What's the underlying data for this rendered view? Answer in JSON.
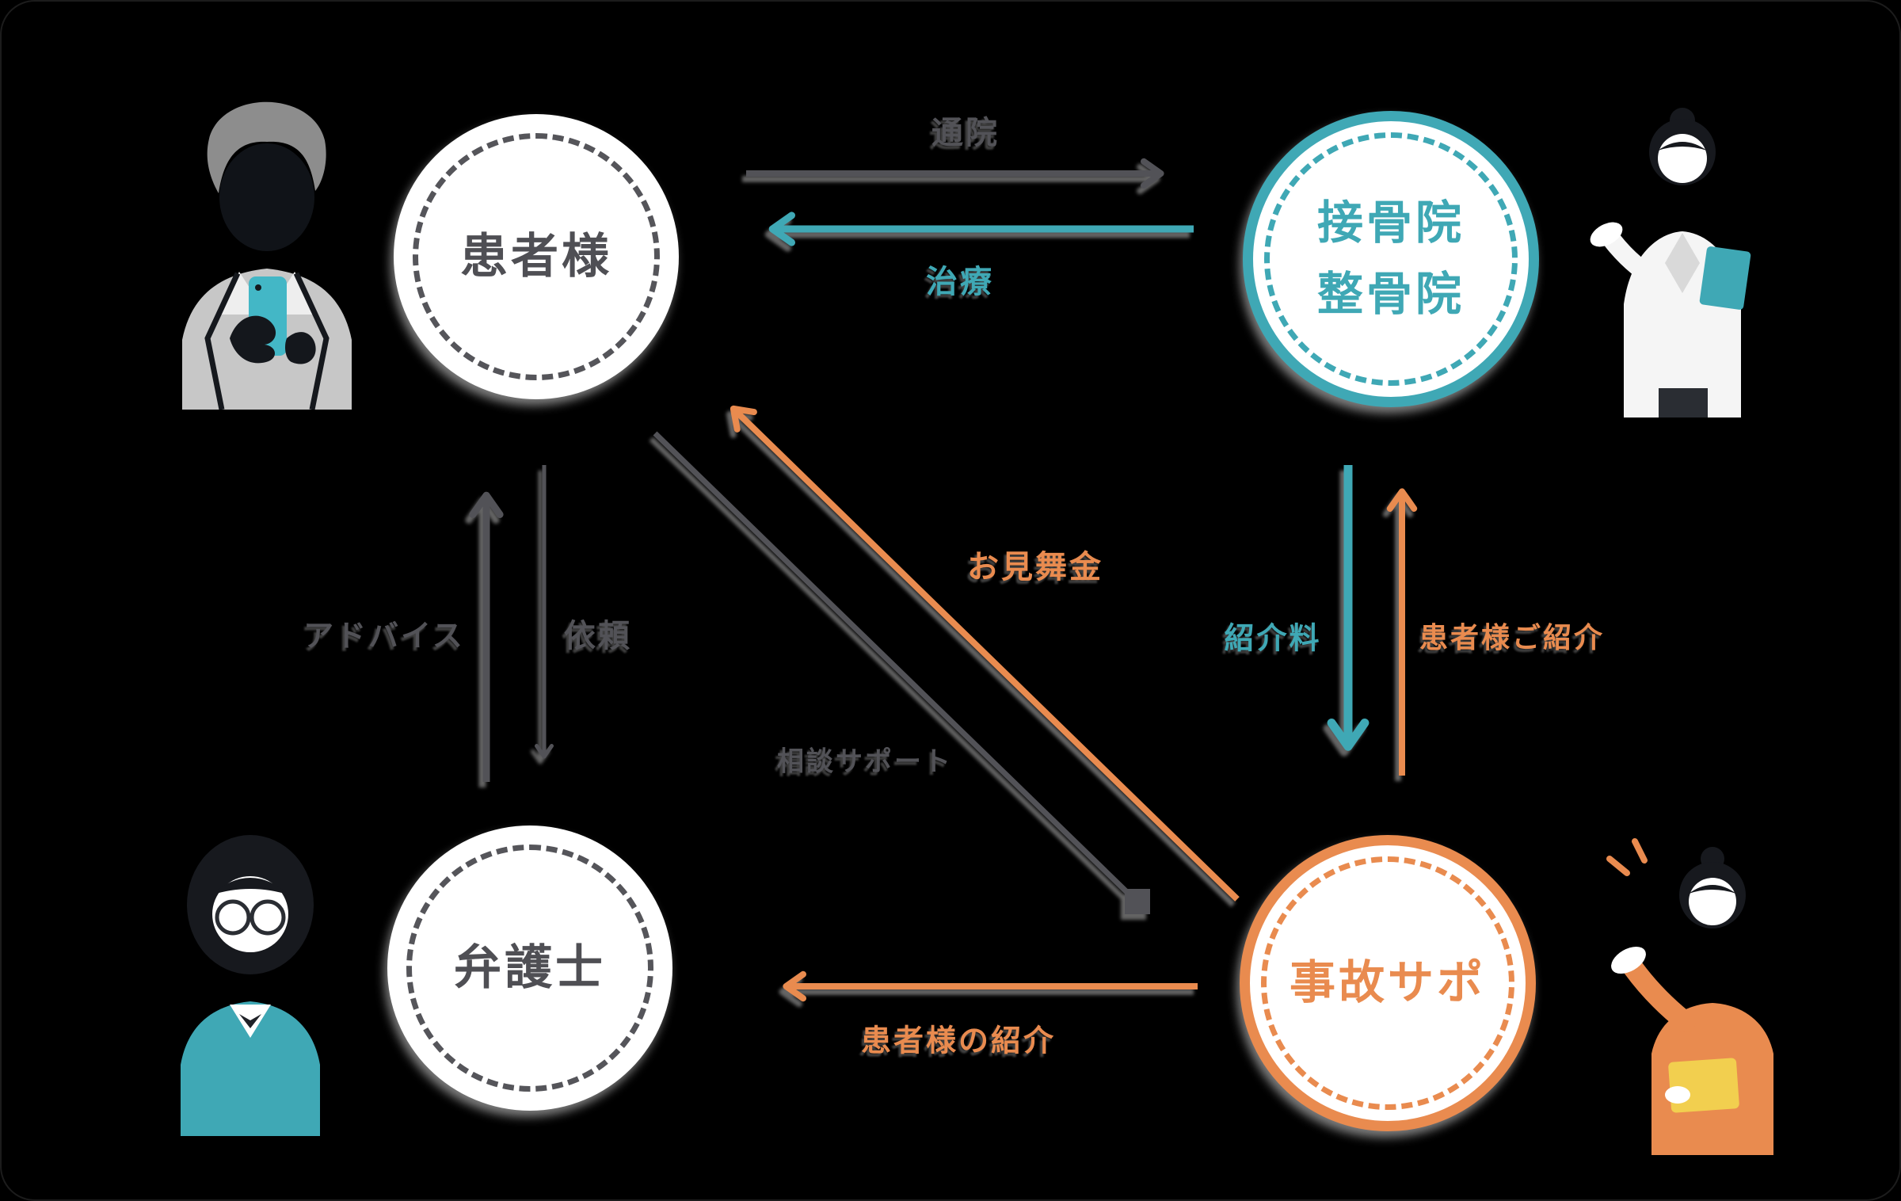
{
  "canvas": {
    "background": "#000000",
    "colors": {
      "dark": "#525257",
      "teal": "#3FA8B5",
      "orange": "#E98B4F",
      "node_fill": "#FFFFFF",
      "shadow": "#8A8A8A"
    }
  },
  "nodes": {
    "patient": {
      "label": "患者様",
      "color": "#525257"
    },
    "clinic": {
      "line1": "接骨院",
      "line2": "整骨院",
      "color": "#3FA8B5"
    },
    "lawyer": {
      "label": "弁護士",
      "color": "#525257"
    },
    "jikosapo": {
      "label": "事故サポ",
      "color": "#E98B4F"
    }
  },
  "edges": {
    "visit": {
      "label": "通院",
      "color": "#525257",
      "from": "patient",
      "to": "clinic"
    },
    "treatment": {
      "label": "治療",
      "color": "#3FA8B5",
      "from": "clinic",
      "to": "patient"
    },
    "advice": {
      "label": "アドバイス",
      "color": "#525257",
      "from": "lawyer",
      "to": "patient"
    },
    "request": {
      "label": "依頼",
      "color": "#525257",
      "from": "patient",
      "to": "lawyer"
    },
    "consolation": {
      "label": "お見舞金",
      "color": "#E98B4F",
      "from": "jikosapo",
      "to": "patient"
    },
    "consultation": {
      "label": "相談サポート",
      "color": "#525257",
      "from": "patient",
      "to": "jikosapo"
    },
    "referral_fee": {
      "label": "紹介料",
      "color": "#3FA8B5",
      "from": "clinic",
      "to": "jikosapo"
    },
    "patient_referral": {
      "label": "患者様ご紹介",
      "color": "#E98B4F",
      "from": "jikosapo",
      "to": "clinic"
    },
    "patient_intro": {
      "label": "患者様の紹介",
      "color": "#E98B4F",
      "from": "jikosapo",
      "to": "lawyer"
    }
  },
  "illustrations": {
    "patient": "man-holding-smartphone",
    "clinic": "female-doctor-with-clipboard",
    "lawyer": "female-lawyer-with-glasses",
    "jikosapo": "female-staff-with-folder"
  }
}
